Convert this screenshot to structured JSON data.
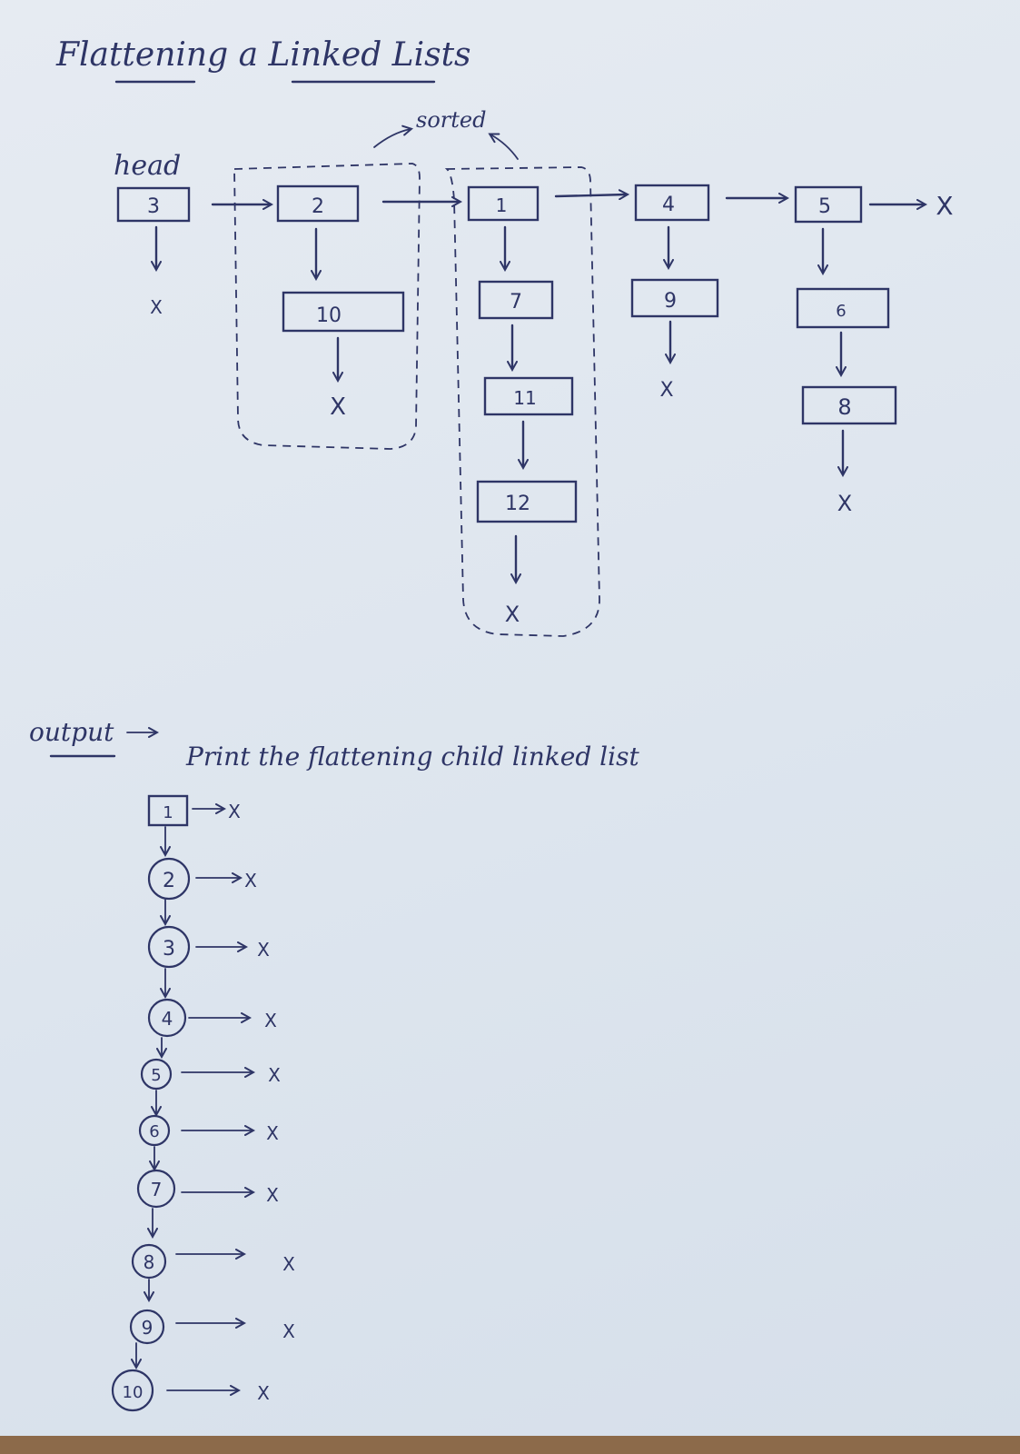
{
  "title": "Flattening a Linked Lists",
  "labels": {
    "head": "head",
    "sorted": "sorted",
    "output": "output",
    "output_desc": "Print the flattening child linked list",
    "null_symbol": "X"
  },
  "input_list": {
    "columns": [
      {
        "head": "3",
        "children": []
      },
      {
        "head": "2",
        "children": [
          "10"
        ]
      },
      {
        "head": "1",
        "children": [
          "7",
          "11",
          "12"
        ]
      },
      {
        "head": "4",
        "children": [
          "9"
        ]
      },
      {
        "head": "5",
        "children": [
          "6",
          "8"
        ]
      }
    ]
  },
  "output_list": {
    "nodes": [
      "1",
      "2",
      "3",
      "4",
      "5",
      "6",
      "7",
      "8",
      "9",
      "10"
    ]
  },
  "colors": {
    "ink": "#2e3566",
    "paper": "#e2e8f0"
  }
}
